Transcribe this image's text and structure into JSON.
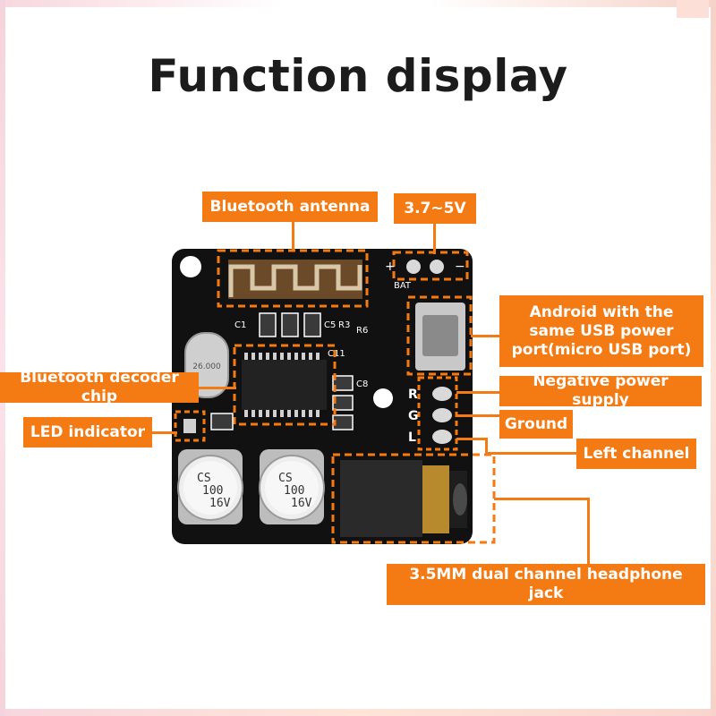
{
  "title": "Function display",
  "labels": {
    "bluetooth_antenna": "Bluetooth antenna",
    "voltage": "3.7~5V",
    "usb_port": "Android with the same USB power port(micro USB port)",
    "bluetooth_decoder_chip": "Bluetooth decoder chip",
    "negative_power_supply": "Negative power supply",
    "ground": "Ground",
    "led_indicator": "LED indicator",
    "left_channel": "Left channel",
    "headphone_jack": "3.5MM dual channel headphone jack"
  },
  "board_markings": {
    "plus": "+",
    "minus": "−",
    "bat": "BAT",
    "cap_left_top": "CS",
    "cap_left_mid": "100",
    "cap_left_bot": "16V",
    "cap_right_top": "CS",
    "cap_right_mid": "100",
    "cap_right_bot": "16V",
    "pin_r": "R",
    "pin_g": "G",
    "pin_l": "L",
    "c1": "C1",
    "c5": "C5",
    "r3": "R3",
    "r6": "R6",
    "c11": "C11",
    "c8": "C8",
    "crystal": "26.000"
  },
  "colors": {
    "accent": "#f47a14",
    "board": "#111111",
    "text": "#1c1c1c"
  }
}
